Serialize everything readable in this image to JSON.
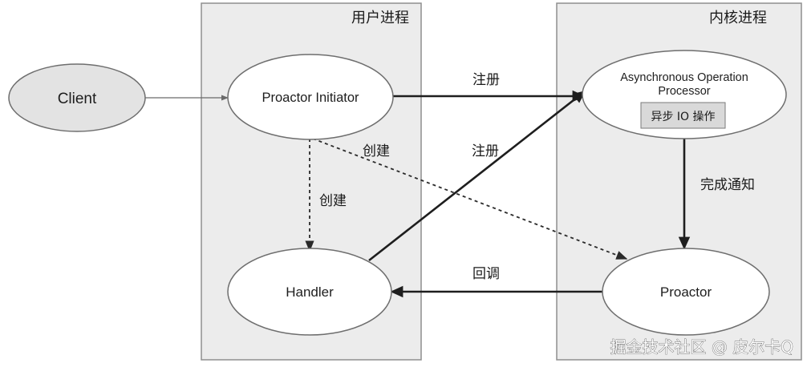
{
  "regions": {
    "user_process": {
      "title": "用户进程"
    },
    "kernel_process": {
      "title": "内核进程"
    }
  },
  "nodes": {
    "client": {
      "label": "Client"
    },
    "proactor_initiator": {
      "label": "Proactor Initiator"
    },
    "handler": {
      "label": "Handler"
    },
    "async_processor": {
      "label_line1": "Asynchronous Operation",
      "label_line2": "Processor",
      "inner_box_label": "异步 IO 操作"
    },
    "proactor": {
      "label": "Proactor"
    }
  },
  "edges": {
    "initiator_to_processor": "注册",
    "initiator_to_proactor": "创建",
    "initiator_to_handler": "创建",
    "handler_to_processor": "注册",
    "processor_to_proactor": "完成通知",
    "proactor_to_handler": "回调"
  },
  "watermark": "掘金技术社区 @ 皮尔卡Q"
}
